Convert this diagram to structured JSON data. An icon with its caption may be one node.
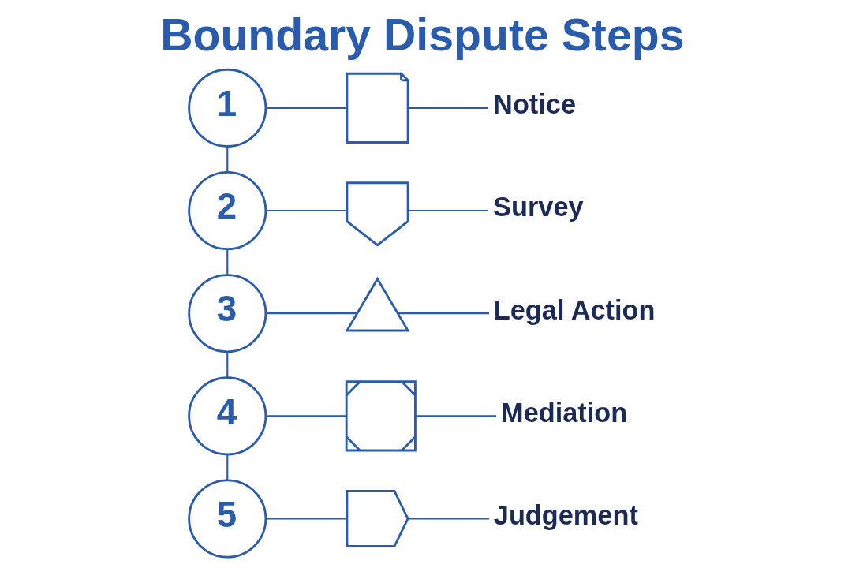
{
  "diagram": {
    "title": "Boundary Dispute Steps",
    "nodes": [
      {
        "text": [
          "1"
        ]
      },
      {
        "text": [],
        "shape": "picture"
      },
      {
        "text": [
          "Notice"
        ]
      },
      {
        "text": [
          "2"
        ]
      },
      {
        "text": [],
        "shape": "picture"
      },
      {
        "text": [
          "Survey"
        ]
      },
      {
        "text": [
          "3"
        ]
      },
      {
        "text": [],
        "shape": "picture"
      },
      {
        "text": [
          "Legal Action"
        ]
      },
      {
        "text": [
          "4"
        ]
      },
      {
        "text": [],
        "shape": "picture"
      },
      {
        "text": [
          "Mediation"
        ]
      },
      {
        "text": [
          "5"
        ]
      },
      {
        "text": [],
        "shape": "picture"
      },
      {
        "text": [
          "Judgement"
        ]
      }
    ],
    "edges": [
      {
        "from": 0,
        "to": 1,
        "arrow": "none"
      },
      {
        "from": 1,
        "to": 2,
        "arrow": "none"
      },
      {
        "from": 3,
        "to": 4,
        "arrow": "none"
      },
      {
        "from": 4,
        "to": 5,
        "arrow": "none"
      },
      {
        "from": 6,
        "to": 7,
        "arrow": "none"
      },
      {
        "from": 7,
        "to": 8,
        "arrow": "none"
      },
      {
        "from": 9,
        "to": 10,
        "arrow": "none"
      },
      {
        "from": 10,
        "to": 11,
        "arrow": "none"
      },
      {
        "from": 12,
        "to": 13,
        "arrow": "none"
      },
      {
        "from": 13,
        "to": 14,
        "arrow": "none"
      },
      {
        "from": 0,
        "to": 3,
        "arrow": "none"
      },
      {
        "from": 3,
        "to": 6,
        "arrow": "none"
      },
      {
        "from": 6,
        "to": 9,
        "arrow": "none"
      },
      {
        "from": 9,
        "to": 12,
        "arrow": "none"
      }
    ]
  }
}
